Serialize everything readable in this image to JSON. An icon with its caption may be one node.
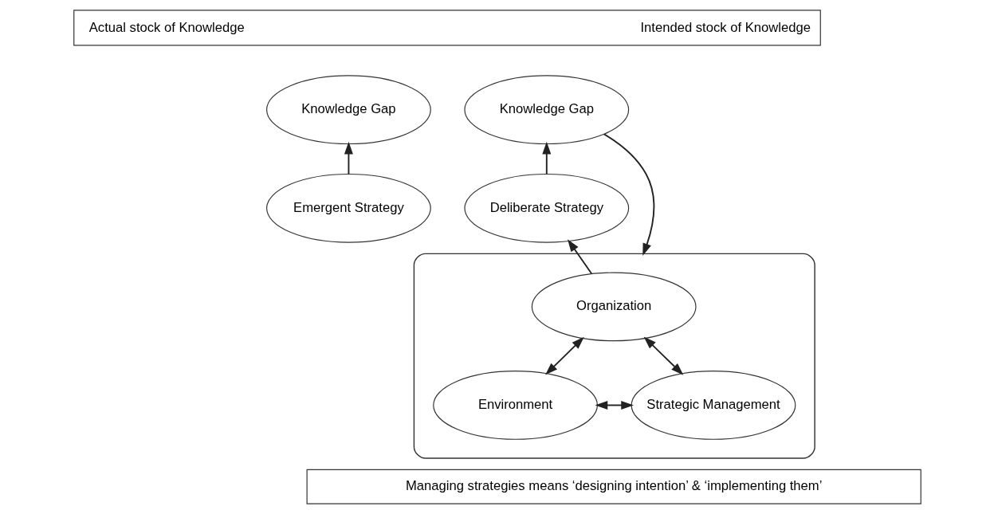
{
  "diagram": {
    "nodes": [
      {
        "text": [
          "Actual stock of Knowledge",
          "Intended stock of Knowledge"
        ]
      },
      {
        "text": [
          "Knowledge Gap"
        ]
      },
      {
        "text": [
          "Knowledge Gap"
        ]
      },
      {
        "text": [
          "Emergent Strategy"
        ]
      },
      {
        "text": [
          "Deliberate Strategy"
        ]
      },
      {
        "text": [],
        "shape": "ellipse"
      },
      {
        "text": [
          "Organization"
        ],
        "in": 5
      },
      {
        "text": [
          "Environment"
        ],
        "in": 5
      },
      {
        "text": [
          "Strategic Management"
        ],
        "in": 5
      },
      {
        "text": [
          "Managing strategies means ‘designing intention’ & ‘implementing them’"
        ]
      }
    ],
    "edges": [
      {
        "from": 3,
        "to": 1,
        "arrow": "to"
      },
      {
        "from": 2,
        "to": 5,
        "arrow": "to"
      },
      {
        "from": 4,
        "to": 2,
        "arrow": "to"
      },
      {
        "from": 6,
        "to": 4,
        "arrow": "to"
      },
      {
        "from": 6,
        "to": 7,
        "arrow": "both"
      },
      {
        "from": 6,
        "to": 8,
        "arrow": "both"
      },
      {
        "from": 7,
        "to": 8,
        "arrow": "both"
      }
    ]
  }
}
